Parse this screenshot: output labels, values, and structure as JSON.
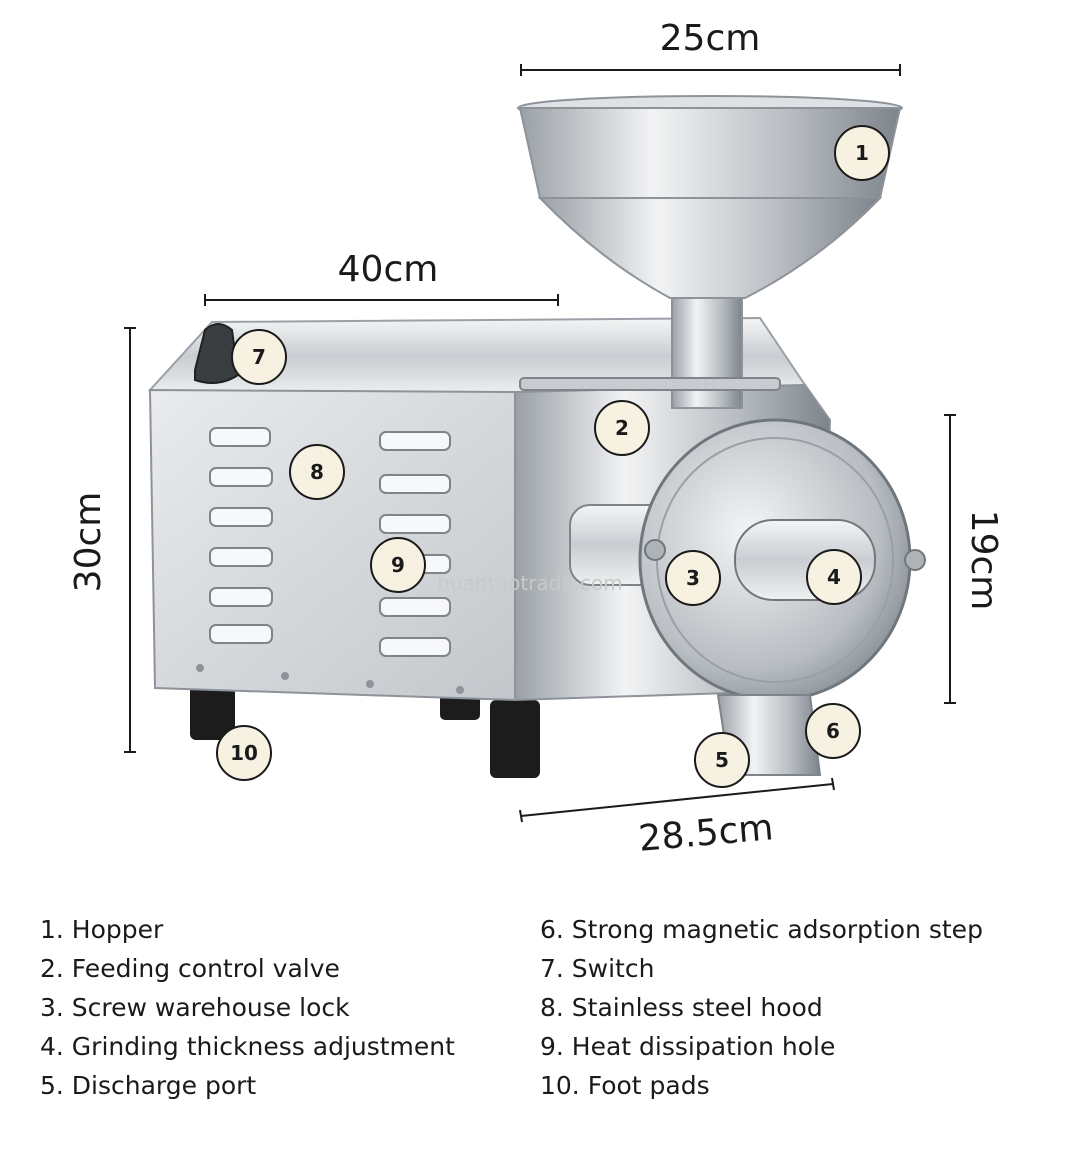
{
  "dimensions": {
    "hopper_width": "25cm",
    "body_length": "40cm",
    "height": "30cm",
    "grinder_height": "19cm",
    "depth": "28.5cm"
  },
  "callouts": [
    "1",
    "2",
    "3",
    "4",
    "5",
    "6",
    "7",
    "8",
    "9",
    "10"
  ],
  "watermark": "huantuotrade.com",
  "legend_left": [
    "1. Hopper",
    "2. Feeding control valve",
    "3. Screw warehouse lock",
    "4. Grinding thickness adjustment",
    "5. Discharge port"
  ],
  "legend_right": [
    "6. Strong magnetic adsorption step",
    "7. Switch",
    "8. Stainless steel hood",
    "9. Heat dissipation hole",
    "10. Foot pads"
  ],
  "colors": {
    "callout_fill": "#f6f1e1",
    "steel_light": "#e6e8ea",
    "steel_dark": "#8f959b"
  }
}
